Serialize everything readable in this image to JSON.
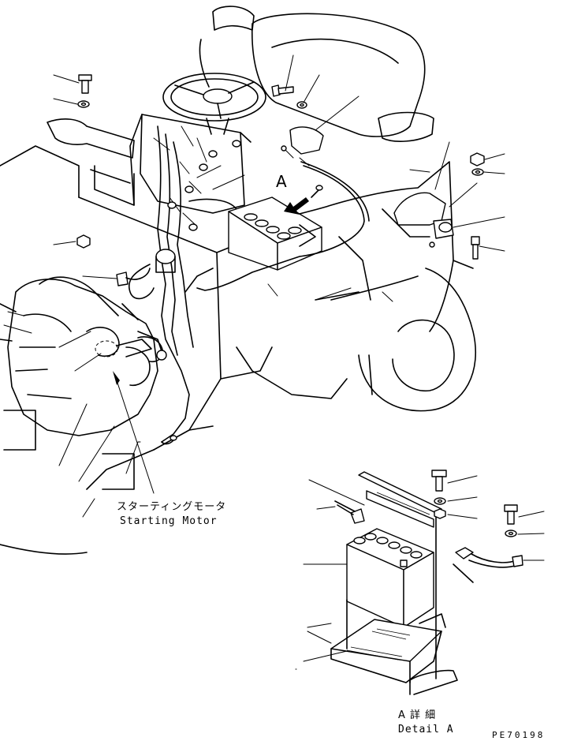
{
  "labels": {
    "starting_motor_jp": "スターティングモータ",
    "starting_motor_en": "Starting Motor",
    "view_arrow": "A",
    "detail_jp": "A 詳 細",
    "detail_en": "Detail A",
    "part_code": "PE70198"
  }
}
